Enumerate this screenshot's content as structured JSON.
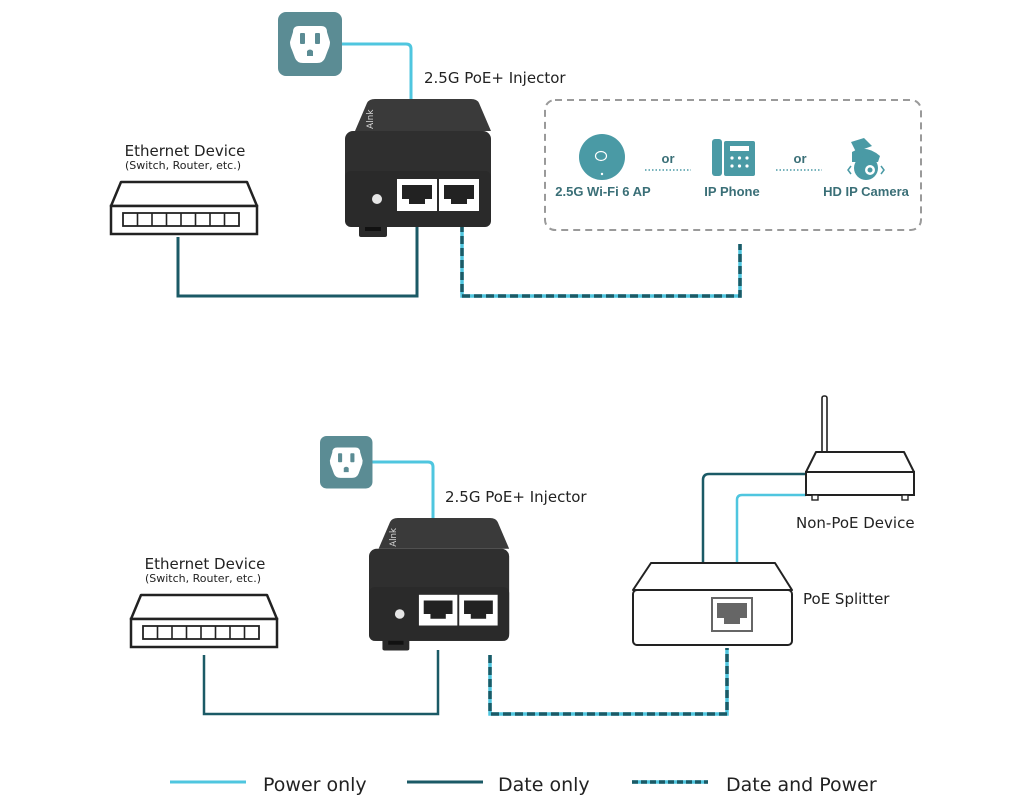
{
  "colors": {
    "power_only": "#4fc6df",
    "data_only": "#1b5a66",
    "outlet_bg": "#5b8c94",
    "device_teal": "#4a9aa5",
    "injector_body": "#2e2e2e",
    "dashed_box": "#9a9a9a"
  },
  "top_diagram": {
    "injector_label": "2.5G PoE+ Injector",
    "ethernet_device": {
      "title": "Ethernet Device",
      "subtitle": "(Switch, Router, etc.)"
    },
    "poe_devices": [
      {
        "label": "2.5G Wi-Fi 6 AP",
        "icon": "access-point-icon"
      },
      {
        "label": "IP Phone",
        "icon": "ip-phone-icon"
      },
      {
        "label": "HD IP Camera",
        "icon": "ip-camera-icon"
      }
    ],
    "or_separators": [
      "or",
      "or"
    ]
  },
  "bottom_diagram": {
    "injector_label": "2.5G PoE+ Injector",
    "ethernet_device": {
      "title": "Ethernet Device",
      "subtitle": "(Switch, Router, etc.)"
    },
    "splitter_label": "PoE Splitter",
    "non_poe_label": "Non-PoE Device"
  },
  "legend": [
    {
      "label": "Power only",
      "style": "power"
    },
    {
      "label": "Date only",
      "style": "data"
    },
    {
      "label": "Date and Power",
      "style": "both"
    }
  ]
}
